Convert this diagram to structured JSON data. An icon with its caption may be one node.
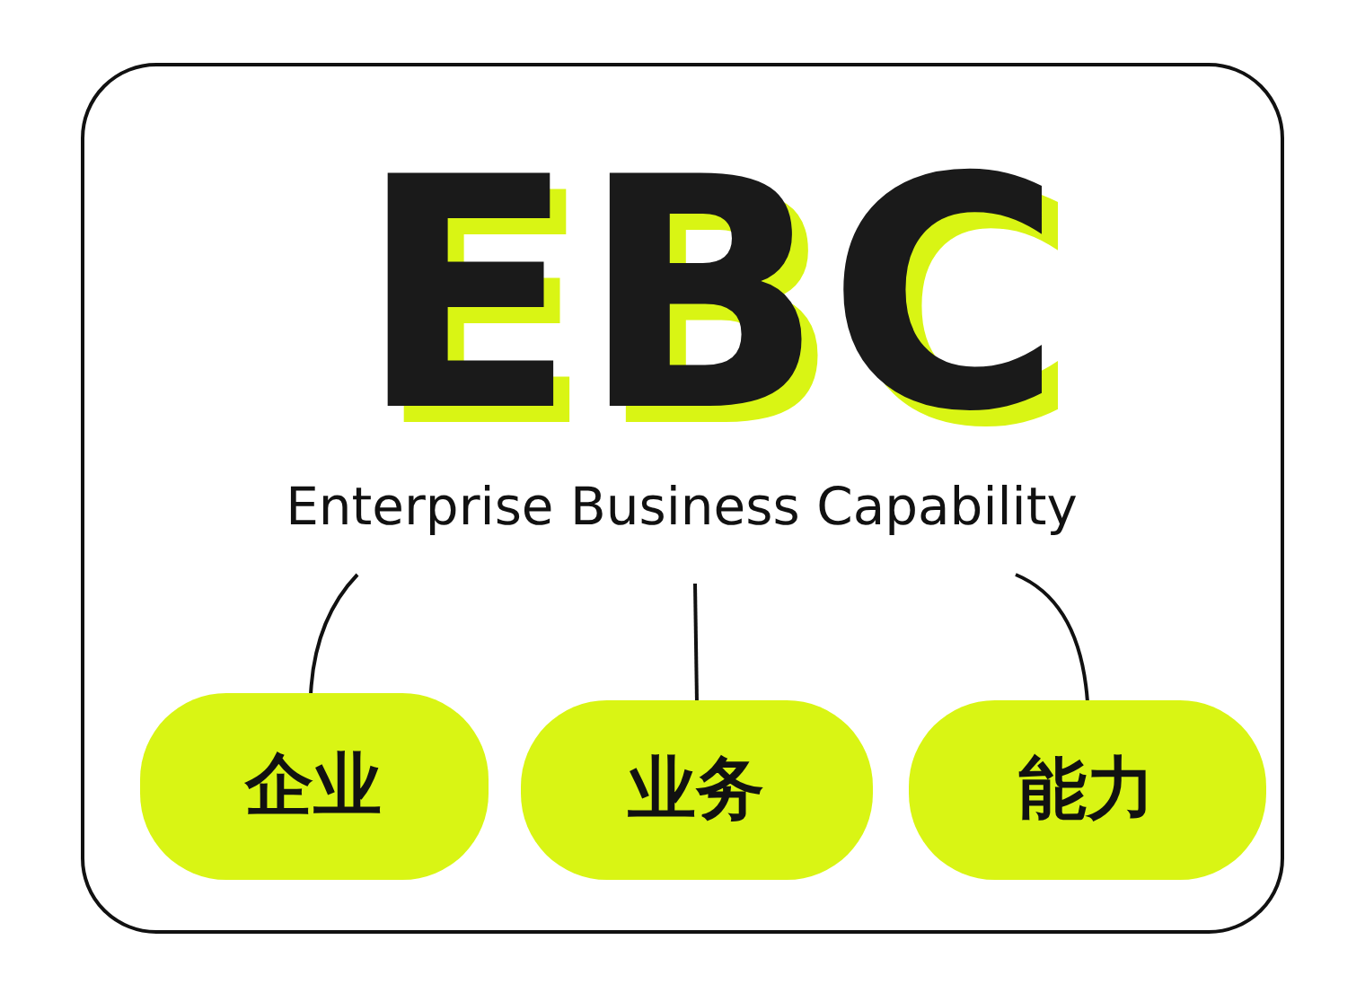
{
  "diagram": {
    "title": "EBC",
    "nodes": [
      {
        "text": [],
        "shape": "box"
      },
      {
        "text": [
          "Enterprise Business Capability"
        ],
        "in": 0
      },
      {
        "text": [
          "企业"
        ],
        "in": 0
      },
      {
        "text": [
          "业务"
        ],
        "in": 0
      },
      {
        "text": [
          "能力"
        ],
        "in": 0
      }
    ],
    "edges": [
      {
        "from": 1,
        "to": 2,
        "arrow": "none"
      },
      {
        "from": 1,
        "to": 3,
        "arrow": "none"
      },
      {
        "from": 1,
        "to": 4,
        "arrow": "none"
      }
    ]
  }
}
